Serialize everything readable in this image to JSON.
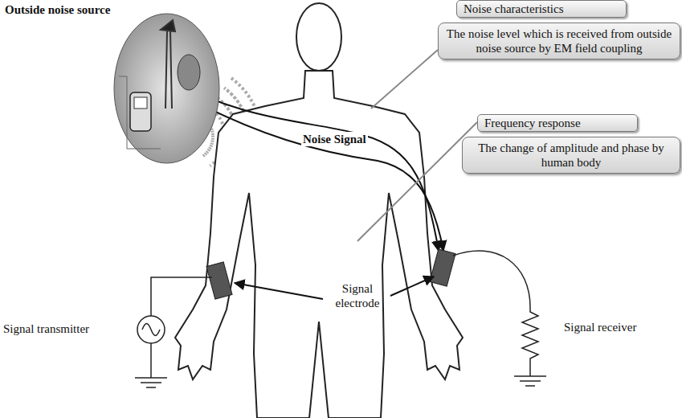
{
  "diagram": {
    "nodes": [
      {
        "text": [
          "Outside noise source"
        ]
      },
      {
        "text": [
          "Noise characteristics",
          "The noise level which is received from outside noise source by EM field coupling"
        ]
      },
      {
        "text": [
          "Frequency response",
          "The change of amplitude and phase by human body"
        ]
      }
    ],
    "labels": [
      "Noise Signal",
      "Signal transmitter",
      "Signal electrode",
      "Signal receiver"
    ]
  }
}
